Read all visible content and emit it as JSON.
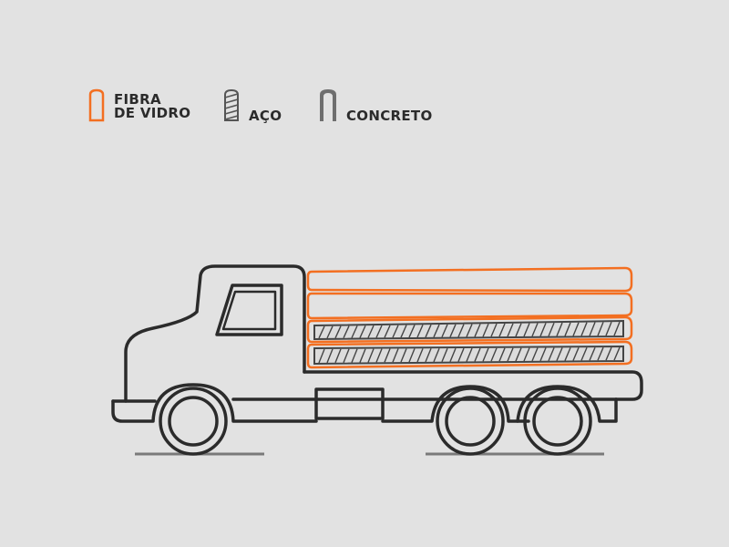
{
  "legend": {
    "fibra": {
      "line1": "FIBRA",
      "line2": "DE VIDRO",
      "icon": "fiberglass-rebar-icon",
      "color": "#f36f21"
    },
    "aco": {
      "label": "AÇO",
      "icon": "steel-rebar-icon",
      "color": "#555555"
    },
    "concreto": {
      "label": "CONCRETO",
      "icon": "concrete-icon",
      "color": "#6e6e6e"
    }
  },
  "colors": {
    "background": "#e2e2e2",
    "outline": "#2b2b2b",
    "fiberglass": "#f36f21",
    "ground": "#7a7a7a"
  }
}
